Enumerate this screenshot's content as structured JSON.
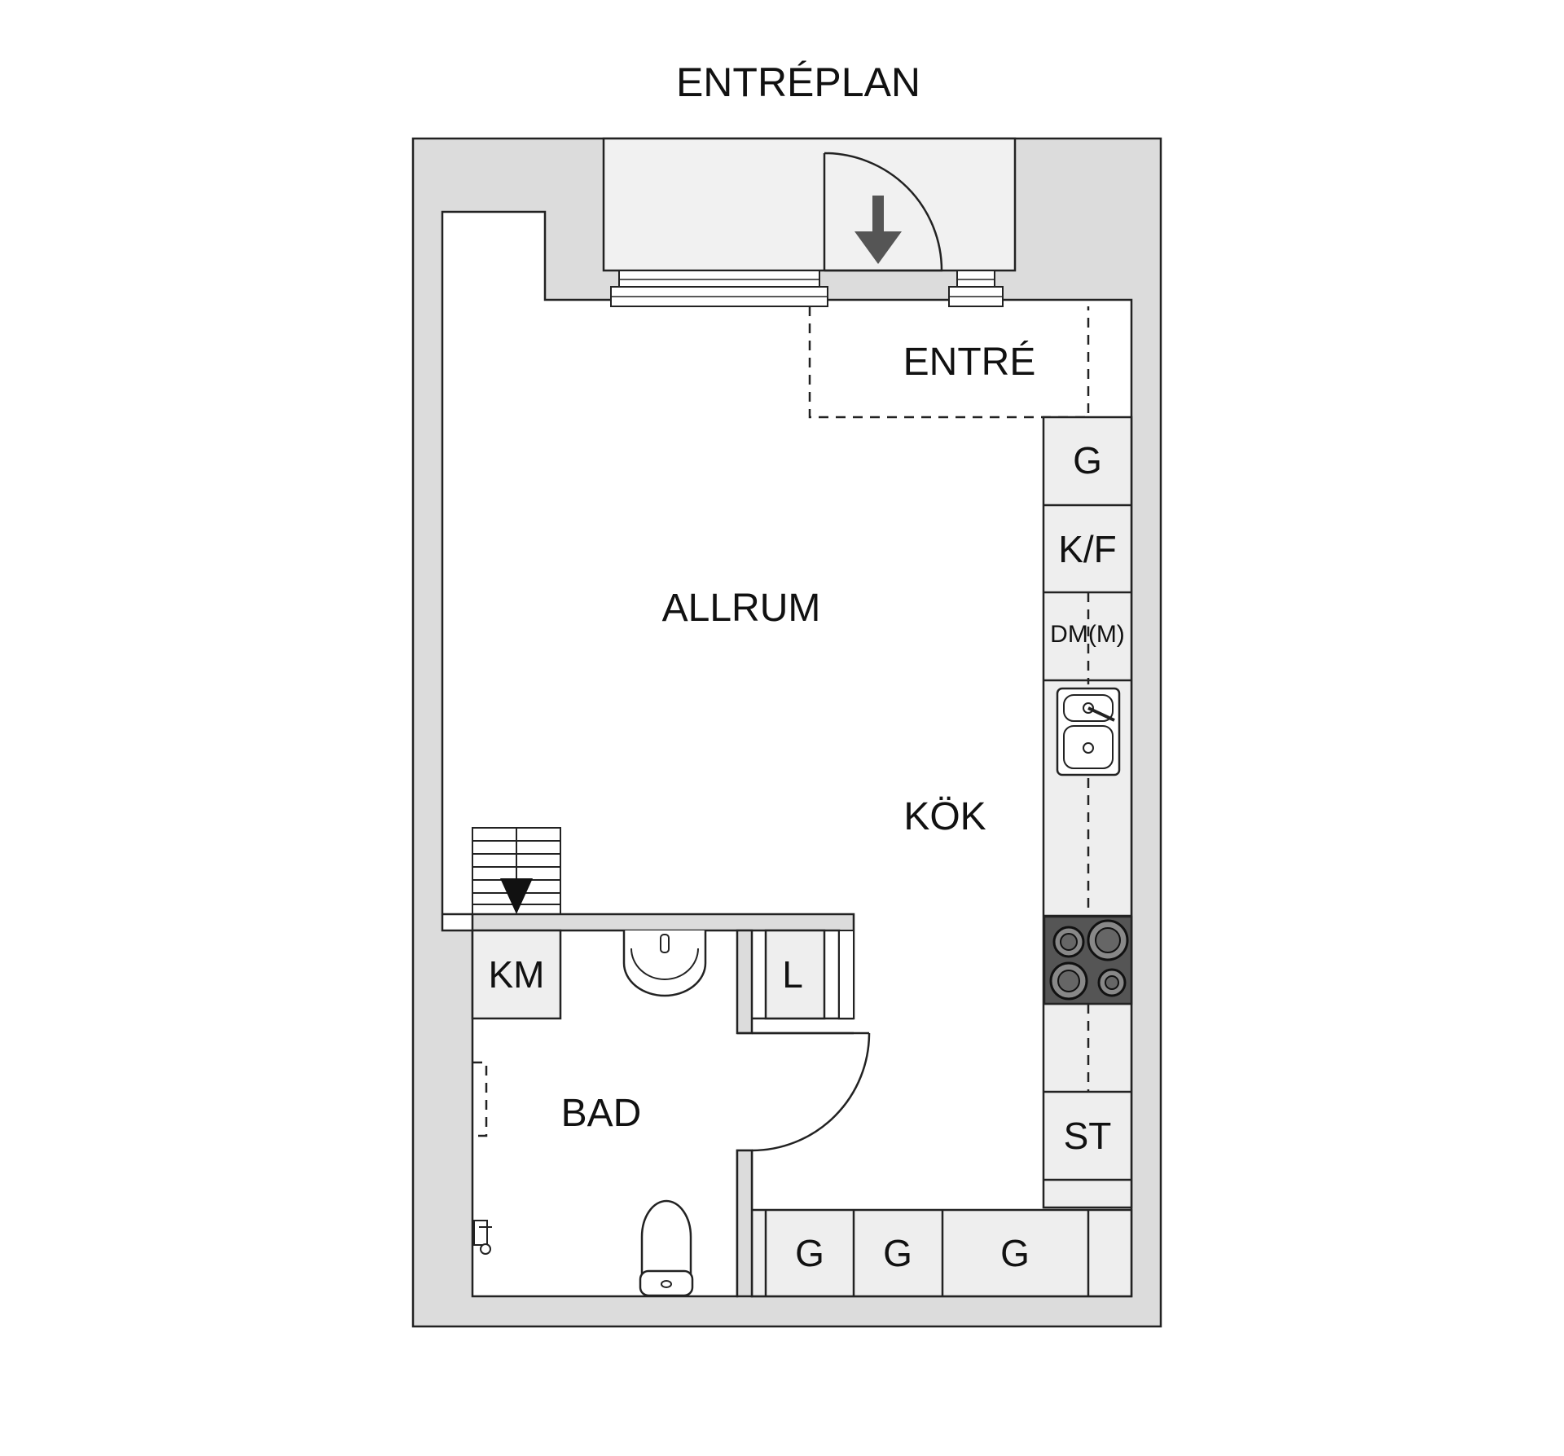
{
  "title": "ENTRÉPLAN",
  "rooms": {
    "entre": "ENTRÉ",
    "allrum": "ALLRUM",
    "kok": "KÖK",
    "bad": "BAD"
  },
  "fixtures": {
    "kitchen_g_top": "G",
    "kitchen_kf": "K/F",
    "kitchen_dm": "DM(M)",
    "kitchen_st": "ST",
    "bottom_g1": "G",
    "bottom_g2": "G",
    "bottom_g3": "G",
    "km": "KM",
    "l": "L"
  },
  "colors": {
    "wall_fill": "#dcdcdc",
    "line": "#222222",
    "unit_fill": "#eeeeee",
    "stove": "#555555",
    "arrow": "#555555"
  }
}
